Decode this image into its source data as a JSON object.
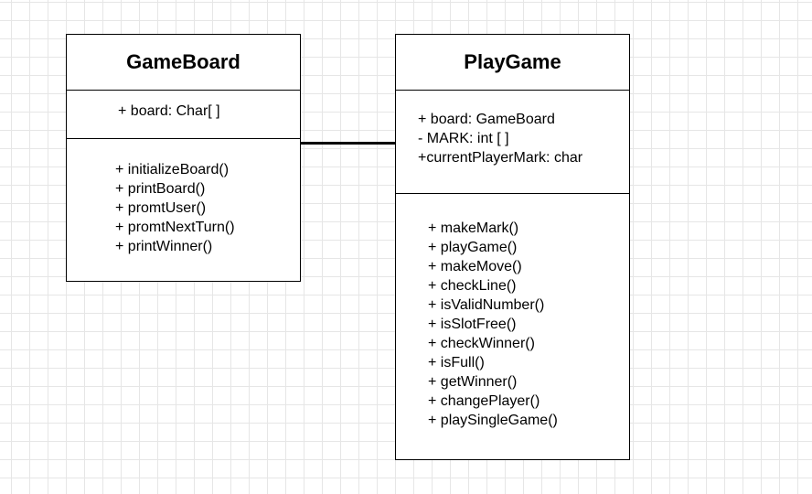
{
  "classes": {
    "gameboard": {
      "name": "GameBoard",
      "attributes": [
        "+ board: Char[ ]"
      ],
      "operations": [
        "+ initializeBoard()",
        "+ printBoard()",
        "+ promtUser()",
        "+ promtNextTurn()",
        "+ printWinner()"
      ]
    },
    "playgame": {
      "name": "PlayGame",
      "attributes": [
        "+ board: GameBoard",
        "- MARK: int [ ]",
        "+currentPlayerMark: char"
      ],
      "operations": [
        "+ makeMark()",
        "+ playGame()",
        "+ makeMove()",
        "+ checkLine()",
        "+ isValidNumber()",
        "+ isSlotFree()",
        "+ checkWinner()",
        "+ isFull()",
        "+ getWinner()",
        "+ changePlayer()",
        "+ playSingleGame()"
      ]
    }
  },
  "colors": {
    "background": "#ffffff",
    "grid": "#e6e6e6",
    "stroke": "#000000"
  }
}
